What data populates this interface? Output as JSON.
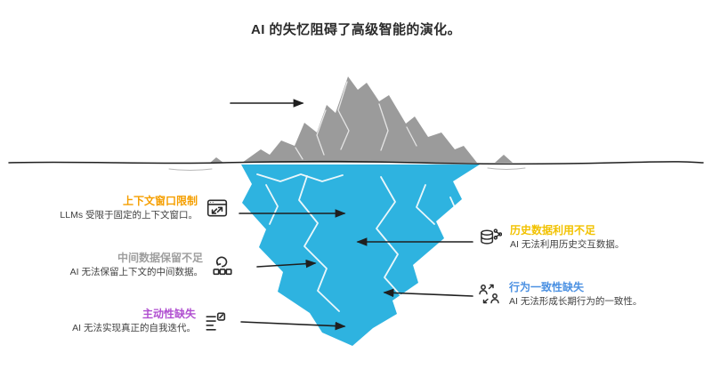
{
  "title": "AI 的失忆阻碍了高级智能的演化。",
  "colors": {
    "iceberg_above": "#9b9b9b",
    "iceberg_below": "#2eb3e0",
    "facet_above": "#e9e9e9",
    "facet_below": "#ffffff",
    "waterline": "#1f1f1f",
    "arrow": "#1f1f1f",
    "icon_stroke": "#2b2b2b"
  },
  "labels": [
    {
      "title": "上下文窗口限制",
      "desc": "LLMs 受限于固定的上下文窗口。",
      "color": "#f59f00",
      "icon": "window-resize-icon"
    },
    {
      "title": "中间数据保留不足",
      "desc": "AI 无法保留上下文的中间数据。",
      "color": "#9e9e9e",
      "icon": "data-retry-icon"
    },
    {
      "title": "主动性缺失",
      "desc": "AI 无法实现真正的自我迭代。",
      "color": "#b04fd0",
      "icon": "task-edit-icon"
    },
    {
      "title": "历史数据利用不足",
      "desc": "AI 无法利用历史交互数据。",
      "color": "#f2c200",
      "icon": "database-network-icon"
    },
    {
      "title": "行为一致性缺失",
      "desc": "AI 无法形成长期行为的一致性。",
      "color": "#4a90e2",
      "icon": "people-sync-icon"
    }
  ]
}
